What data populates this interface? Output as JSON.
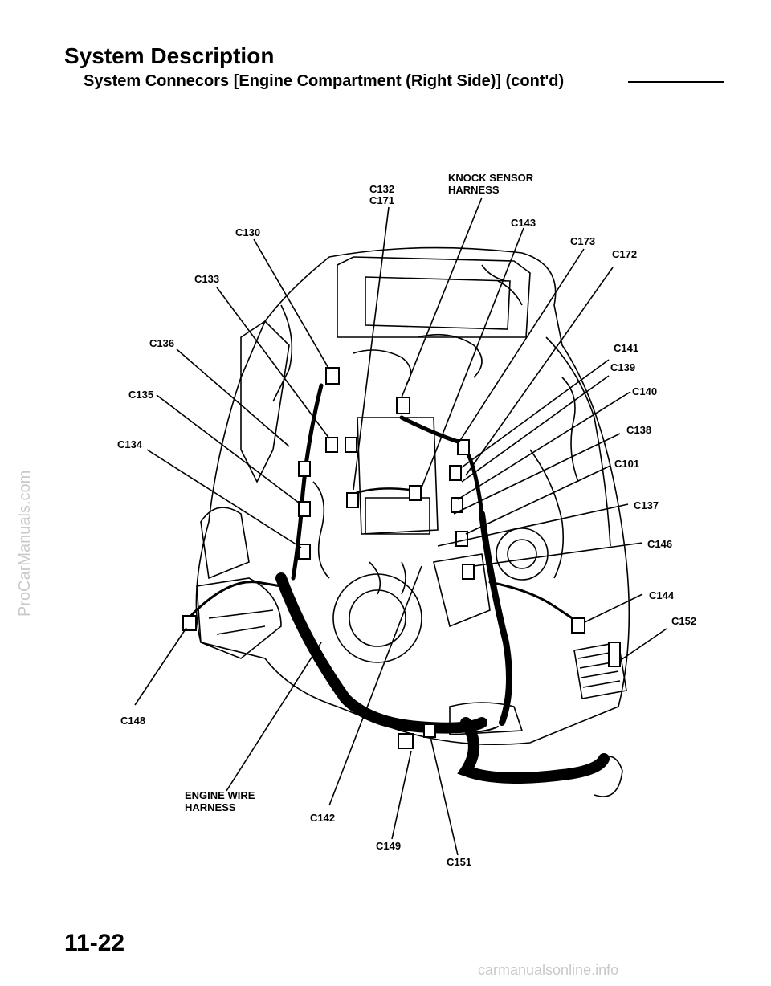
{
  "header": {
    "title": "System Description",
    "subtitle": "System Connecors [Engine Compartment (Right Side)] (cont'd)"
  },
  "connectors": {
    "c132": "C132",
    "c171": "C171",
    "knock_sensor_line1": "KNOCK SENSOR",
    "knock_sensor_line2": "HARNESS",
    "c143": "C143",
    "c130": "C130",
    "c173": "C173",
    "c172": "C172",
    "c133": "C133",
    "c136": "C136",
    "c141": "C141",
    "c139": "C139",
    "c140": "C140",
    "c135": "C135",
    "c138": "C138",
    "c134": "C134",
    "c101": "C101",
    "c137": "C137",
    "c146": "C146",
    "c144": "C144",
    "c152": "C152",
    "c148": "C148",
    "engine_wire_line1": "ENGINE WIRE",
    "engine_wire_line2": "HARNESS",
    "c142": "C142",
    "c149": "C149",
    "c151": "C151"
  },
  "footer": {
    "page_number": "11-22",
    "watermark_side": "ProCarManuals.com",
    "watermark_bottom": "carmanualsonline.info"
  }
}
